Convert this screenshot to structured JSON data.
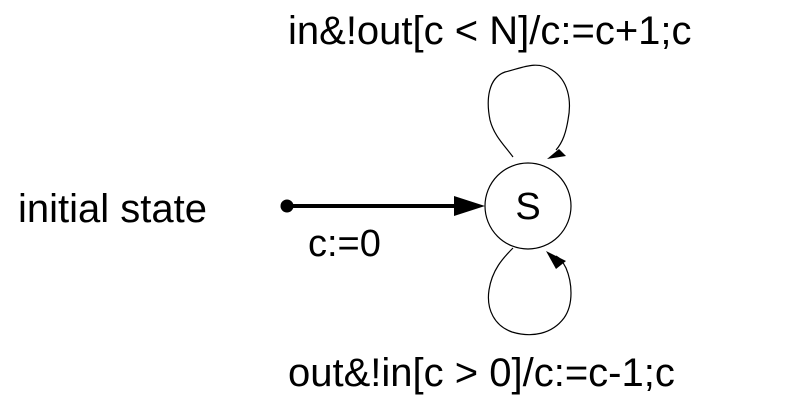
{
  "diagram": {
    "initial_label": "initial state",
    "initial_action": "c:=0",
    "state_name": "S",
    "top_loop_label": "in&!out[c < N]/c:=c+1;c",
    "bottom_loop_label": "out&!in[c > 0]/c:=c-1;c"
  },
  "colors": {
    "stroke": "#000000",
    "background": "#ffffff"
  }
}
